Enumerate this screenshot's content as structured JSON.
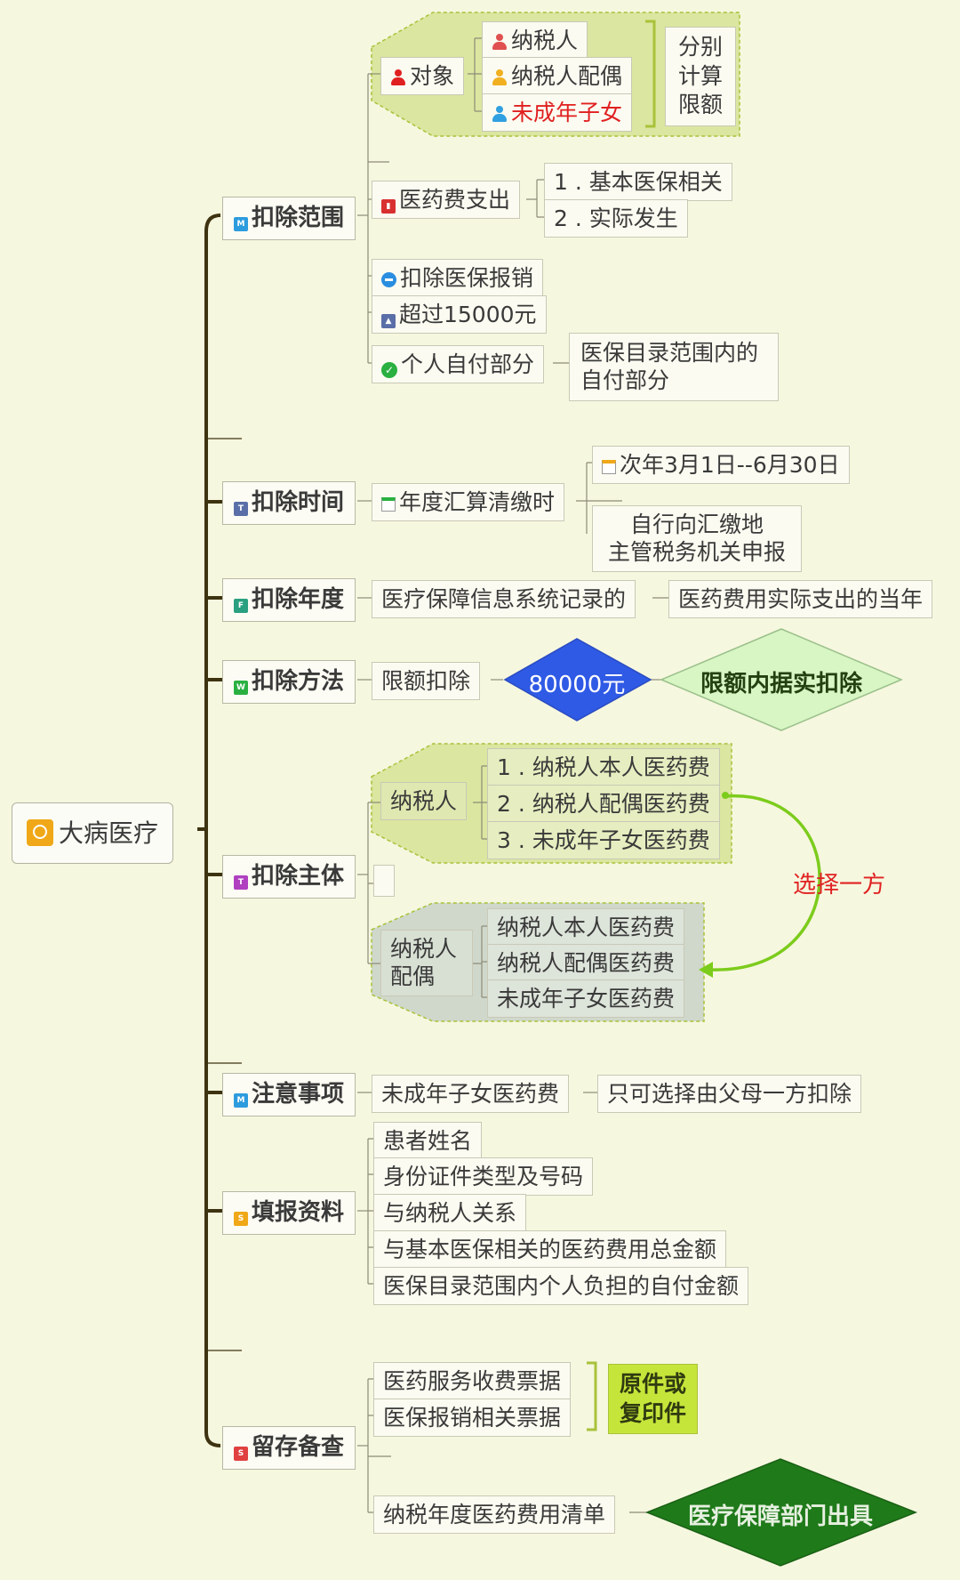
{
  "root": {
    "label": "大病医疗"
  },
  "branches": {
    "scope": {
      "label": "扣除范围",
      "object": {
        "label": "对象",
        "items": [
          "纳税人",
          "纳税人配偶",
          "未成年子女"
        ],
        "note": [
          "分别",
          "计算",
          "限额"
        ]
      },
      "medical_expense": {
        "label": "医药费支出",
        "items": [
          "1 . 基本医保相关",
          "2 . 实际发生"
        ]
      },
      "deduct_reimburse": "扣除医保报销",
      "over_amount": "超过15000元",
      "self_pay": {
        "label": "个人自付部分",
        "detail_lines": [
          "医保目录范围内的",
          "自付部分"
        ]
      }
    },
    "time": {
      "label": "扣除时间",
      "child": "年度汇算清缴时",
      "items": [
        "次年3月1日--6月30日"
      ],
      "detail_lines": [
        "自行向汇缴地",
        "主管税务机关申报"
      ]
    },
    "year": {
      "label": "扣除年度",
      "child": "医疗保障信息系统记录的",
      "result": "医药费用实际支出的当年"
    },
    "method": {
      "label": "扣除方法",
      "child": "限额扣除",
      "amount": "80000元",
      "result": "限额内据实扣除"
    },
    "subject": {
      "label": "扣除主体",
      "taxpayer": {
        "label": "纳税人",
        "items": [
          "1 . 纳税人本人医药费",
          "2 . 纳税人配偶医药费",
          "3 . 未成年子女医药费"
        ]
      },
      "spouse": {
        "label_lines": [
          "纳税人",
          "配偶"
        ],
        "items": [
          "纳税人本人医药费",
          "纳税人配偶医药费",
          "未成年子女医药费"
        ]
      },
      "choice_note": "选择一方"
    },
    "notice": {
      "label": "注意事项",
      "child": "未成年子女医药费",
      "result": "只可选择由父母一方扣除"
    },
    "filing": {
      "label": "填报资料",
      "items": [
        "患者姓名",
        "身份证件类型及号码",
        "与纳税人关系",
        "与基本医保相关的医药费用总金额",
        "医保目录范围内个人负担的自付金额"
      ]
    },
    "retain": {
      "label": "留存备查",
      "items": [
        "医药服务收费票据",
        "医保报销相关票据"
      ],
      "copy_note_lines": [
        "原件或",
        "复印件"
      ],
      "list_item": "纳税年度医药费用清单",
      "issuer": "医疗保障部门出具"
    }
  },
  "icons": {
    "root": "checklist-icon",
    "scope": "m-badge-icon",
    "time": "t-badge-icon",
    "year": "f-badge-icon",
    "method": "w-badge-icon",
    "subject": "t-badge-icon",
    "notice": "m-badge-icon",
    "filing": "s-badge-icon",
    "retain": "s-badge-icon",
    "object": "person-icon",
    "medical_expense": "thermometer-icon",
    "deduct_reimburse": "minus-circle-icon",
    "over_amount": "chart-icon",
    "self_pay": "check-circle-icon",
    "time_child": "calendar-icon",
    "time_item": "calendar-icon"
  },
  "colors": {
    "background": "#f6f7df",
    "trunk": "#3d3311",
    "group_fill": "#dbe6a0",
    "group_border": "#a8c23a",
    "spouse_group_fill": "#cfd8cb",
    "diamond_blue": "#2f5ae5",
    "diamond_green": "#d8f5c4",
    "diamond_dark": "#1f7a1a",
    "arrow_green": "#7ccc1c",
    "note_red": "#e02222"
  }
}
